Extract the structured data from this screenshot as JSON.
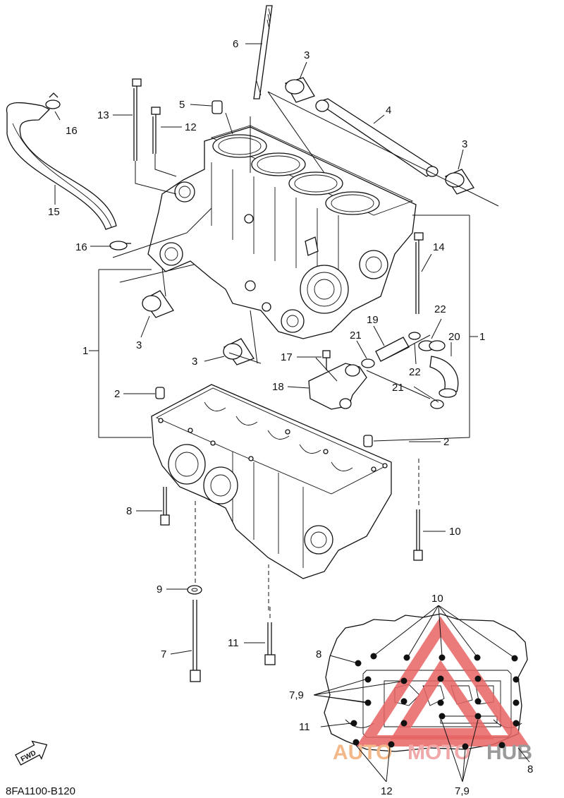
{
  "diagram": {
    "code": "8FA1100-B120",
    "fwd_label": "FWD",
    "watermark": {
      "part1": "AUTO",
      "part2": "MOTO",
      "part3": "HUB"
    },
    "callouts": {
      "c1_left": "1",
      "c1_right": "1",
      "c2_left": "2",
      "c2_right": "2",
      "c3_top1": "3",
      "c3_top2": "3",
      "c3_mid": "3",
      "c3_low": "3",
      "c4": "4",
      "c5": "5",
      "c6": "6",
      "c7": "7",
      "c8": "8",
      "c9": "9",
      "c10": "10",
      "c11": "11",
      "c12": "12",
      "c13": "13",
      "c14": "14",
      "c15": "15",
      "c16_top": "16",
      "c16_low": "16",
      "c17": "17",
      "c18": "18",
      "c19": "19",
      "c20": "20",
      "c21_a": "21",
      "c21_b": "21",
      "c22_a": "22",
      "c22_b": "22"
    },
    "inset": {
      "label_10": "10",
      "label_8_top": "8",
      "label_79_left": "7,9",
      "label_11": "11",
      "label_12": "12",
      "label_79_bottom": "7,9",
      "label_8_bottom": "8"
    }
  }
}
